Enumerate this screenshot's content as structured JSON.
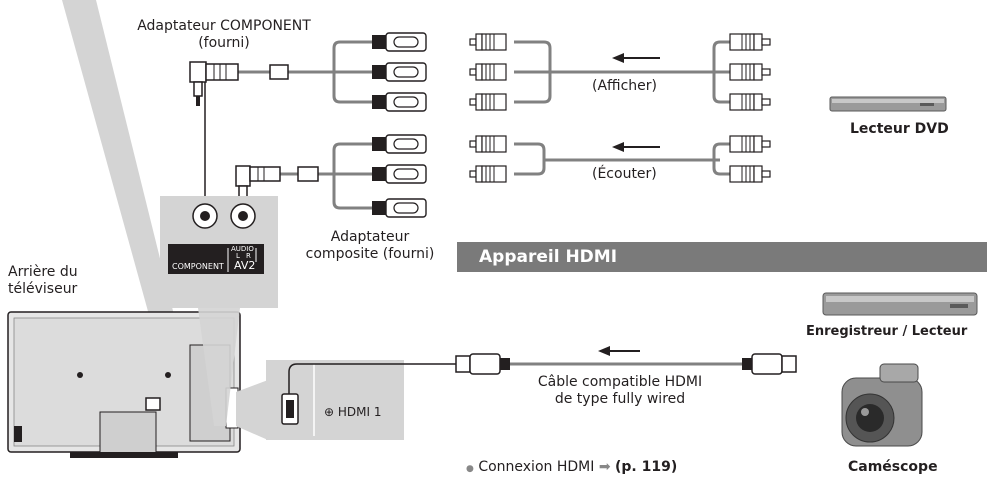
{
  "labels": {
    "component_adapter_line1": "Adaptateur COMPONENT",
    "component_adapter_line2": "(fourni)",
    "afficher": "(Afficher)",
    "ecouter": "(Écouter)",
    "composite_adapter_line1": "Adaptateur",
    "composite_adapter_line2": "composite (fourni)",
    "tv_back_line1": "Arrière du",
    "tv_back_line2": "téléviseur",
    "lecteur_dvd": "Lecteur DVD",
    "hdmi_section": "Appareil HDMI",
    "enregistreur": "Enregistreur / Lecteur",
    "camescope": "Caméscope",
    "cable_line1": "Câble compatible HDMI",
    "cable_line2": "de type fully wired",
    "hdmi_connection_prefix": "Connexion HDMI",
    "hdmi_connection_ref": "(p. 119)",
    "bullet": "●",
    "hdmi_arrow": "➡"
  },
  "panel": {
    "audio": "AUDIO",
    "audio_l": "L",
    "audio_r": "R",
    "component": "COMPONENT",
    "av2": "AV2",
    "hdmi_port": "HDMI 1",
    "hdmi_symbol": "⊕"
  },
  "colors": {
    "section_bar": "#7a7a7a",
    "light_gray": "#d4d4d4",
    "line": "#231f20"
  }
}
